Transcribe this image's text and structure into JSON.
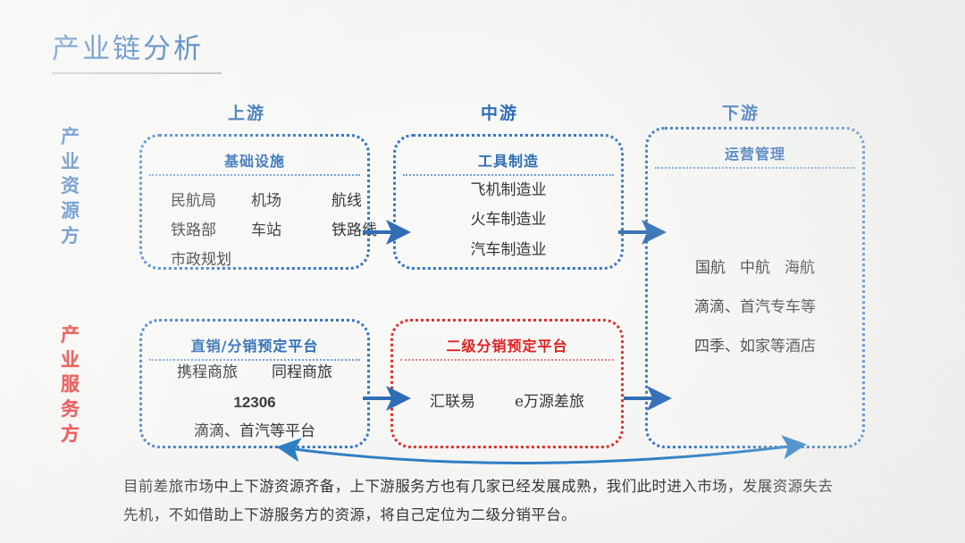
{
  "page": {
    "title": "产业链分析",
    "accent_blue": "#2f6db5",
    "accent_red": "#e02020",
    "background": "#f2f2f0"
  },
  "columns": [
    {
      "id": "upstream",
      "label": "上游"
    },
    {
      "id": "midstream",
      "label": "中游"
    },
    {
      "id": "downstream",
      "label": "下游"
    }
  ],
  "side_labels": [
    {
      "id": "resource",
      "label": "产业资源方",
      "color": "#2f6db5"
    },
    {
      "id": "service",
      "label": "产业服务方",
      "color": "#e02020"
    }
  ],
  "boxes": {
    "infrastructure": {
      "title": "基础设施",
      "border_color": "#3576c4",
      "rows": [
        [
          "民航局",
          "机场",
          "航线"
        ],
        [
          "铁路部",
          "车站",
          "铁路线"
        ],
        [
          "市政规划",
          "",
          ""
        ]
      ]
    },
    "tool_manufacturing": {
      "title": "工具制造",
      "border_color": "#3576c4",
      "rows": [
        [
          "飞机制造业"
        ],
        [
          "火车制造业"
        ],
        [
          "汽车制造业"
        ]
      ]
    },
    "operation_management": {
      "title": "运营管理",
      "border_color": "#3576c4",
      "rows": [
        [
          "国航",
          "中航",
          "海航"
        ],
        [
          "滴滴、首汽专车等"
        ],
        [
          "四季、如家等酒店"
        ]
      ]
    },
    "direct_distribution_platform": {
      "title": "直销/分销预定平台",
      "border_color": "#3576c4",
      "rows": [
        [
          "携程商旅",
          "同程商旅"
        ],
        [
          "12306"
        ],
        [
          "滴滴、首汽等平台"
        ]
      ]
    },
    "secondary_distribution_platform": {
      "title": "二级分销预定平台",
      "border_color": "#e03131",
      "rows": [
        [
          "汇联易",
          "e万源差旅"
        ]
      ]
    }
  },
  "arrows": [
    {
      "id": "infra-to-tool",
      "direction": "right",
      "color": "#2f6db5"
    },
    {
      "id": "tool-to-ops",
      "direction": "right",
      "color": "#2f6db5"
    },
    {
      "id": "platform-to-secondary",
      "direction": "right",
      "color": "#2f6db5"
    },
    {
      "id": "ops-to-secondary",
      "direction": "left",
      "color": "#2f6db5"
    },
    {
      "id": "platform-ops-curve",
      "direction": "both",
      "color": "#2f7fc4"
    }
  ],
  "caption": {
    "line1": "目前差旅市场中上下游资源齐备，上下游服务方也有几家已经发展成熟，我们此时进入市场，发展资源失去",
    "line2": "先机，不如借助上下游服务方的资源，将自己定位为二级分销平台。"
  }
}
